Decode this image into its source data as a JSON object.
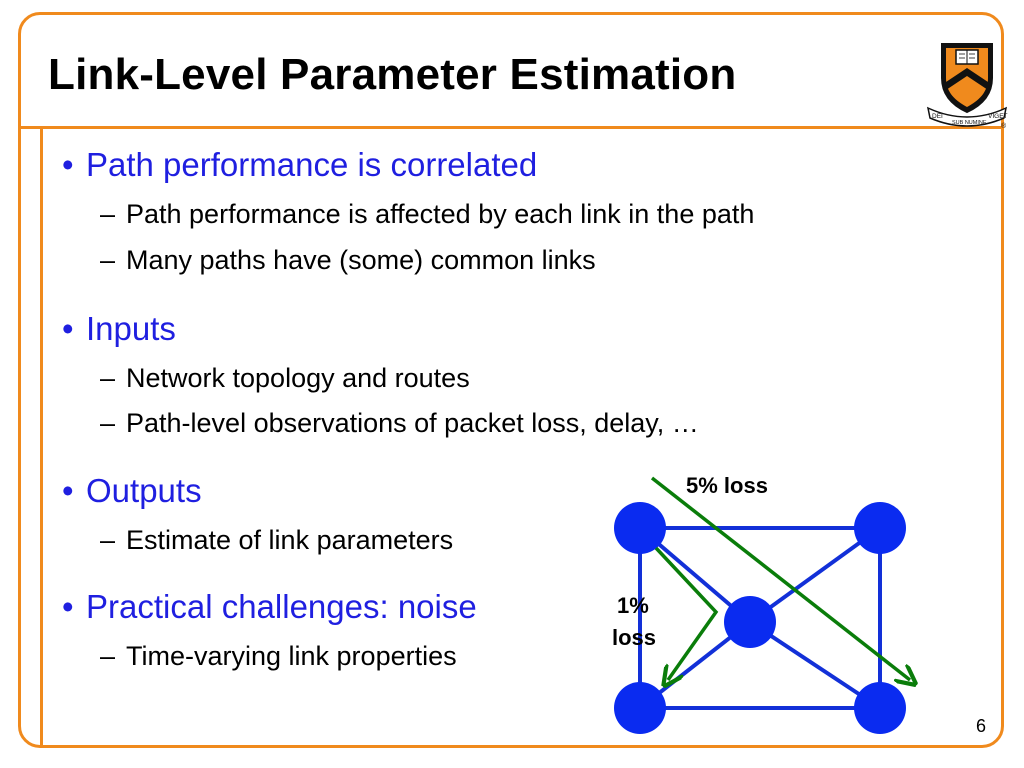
{
  "slide": {
    "title": "Link-Level Parameter Estimation",
    "page_number": "6",
    "accent_color": "#f08a1d",
    "bullet_color": "#1f1fe0",
    "bullet_glyph": "•",
    "dash_glyph": "–"
  },
  "logo": {
    "icon": "princeton-shield-icon",
    "motto_left": "DEI",
    "motto_center": "SUB NUMINE",
    "motto_right": "VIGET",
    "registered": "®"
  },
  "bullets": [
    {
      "text": "Path performance is correlated",
      "subs": [
        "Path performance is affected by each link in the path",
        "Many paths have (some) common links"
      ]
    },
    {
      "text": "Inputs",
      "subs": [
        "Network topology and routes",
        "Path-level observations of packet loss, delay, …"
      ]
    },
    {
      "text": "Outputs",
      "subs": [
        "Estimate of link parameters"
      ]
    },
    {
      "text": "Practical challenges: noise",
      "subs": [
        "Time-varying link properties"
      ]
    }
  ],
  "diagram": {
    "label_top": "5% loss",
    "label_left_line1": "1%",
    "label_left_line2": "loss",
    "node_color": "#0a2bf0",
    "link_color": "#1230d8",
    "path_color": "#0a7d0a"
  }
}
